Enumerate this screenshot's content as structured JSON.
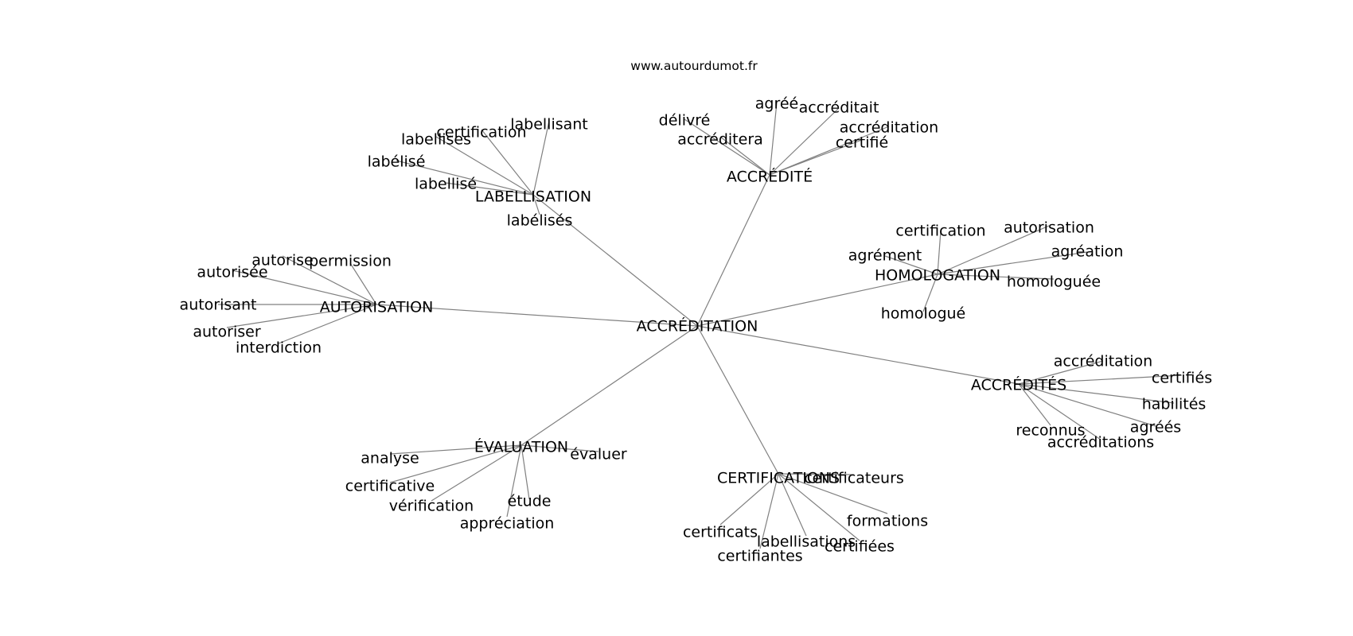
{
  "credit": "www.autourdumot.fr",
  "colors": {
    "edge": "#808080",
    "text": "#000000",
    "background": "#ffffff"
  },
  "graph": {
    "center": "ACCRÉDITATION",
    "clusters": [
      {
        "hub": "LABELLISATION",
        "words": [
          "labellisant",
          "certification",
          "labellises",
          "labélisé",
          "labellisé",
          "labélisés"
        ]
      },
      {
        "hub": "ACCRÉDITÉ",
        "words": [
          "agréé",
          "accréditait",
          "délivré",
          "accréditera",
          "accréditation",
          "certifié"
        ]
      },
      {
        "hub": "AUTORISATION",
        "words": [
          "autorise",
          "permission",
          "autorisée",
          "autorisant",
          "autoriser",
          "interdiction"
        ]
      },
      {
        "hub": "HOMOLOGATION",
        "words": [
          "certification",
          "autorisation",
          "agrément",
          "agréation",
          "homologuée",
          "homologué"
        ]
      },
      {
        "hub": "ACCRÉDITÉS",
        "words": [
          "accréditation",
          "certifiés",
          "habilités",
          "agréés",
          "reconnus",
          "accréditations"
        ]
      },
      {
        "hub": "ÉVALUATION",
        "words": [
          "analyse",
          "évaluer",
          "certificative",
          "vérification",
          "étude",
          "appréciation"
        ]
      },
      {
        "hub": "CERTIFICATIONS",
        "words": [
          "certificateurs",
          "formations",
          "certificats",
          "labellisations",
          "certifiées",
          "certifiantes"
        ]
      }
    ]
  }
}
